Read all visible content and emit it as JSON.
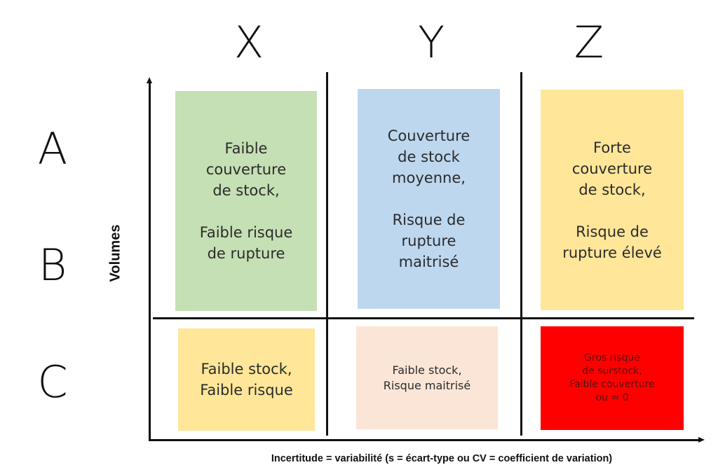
{
  "columns": [
    "X",
    "Y",
    "Z"
  ],
  "rows": [
    "A",
    "B",
    "C"
  ],
  "y_axis_label": "Volumes",
  "x_axis_label": "Incertitude = variabilité (s = écart-type ou CV = coefficient de variation)",
  "cells": {
    "ab_x": {
      "text": "Faible\ncouverture\nde stock,\n\nFaible risque\nde rupture",
      "color": "#c5e0b4"
    },
    "ab_y": {
      "text": "Couverture\nde stock\nmoyenne,\n\nRisque de\nrupture\nmaitrisé",
      "color": "#bdd7ee"
    },
    "ab_z": {
      "text": "Forte\ncouverture\nde stock,\n\nRisque de\nrupture élevé",
      "color": "#ffe699"
    },
    "c_x": {
      "text": "Faible stock,\nFaible risque",
      "color": "#ffe699"
    },
    "c_y": {
      "text": "Faible stock,\nRisque maitrisé",
      "color": "#fbe5d6"
    },
    "c_z": {
      "text": "Gros risque\nde surstock,\nFaible couverture\nou = 0",
      "color": "#ff0000"
    }
  }
}
